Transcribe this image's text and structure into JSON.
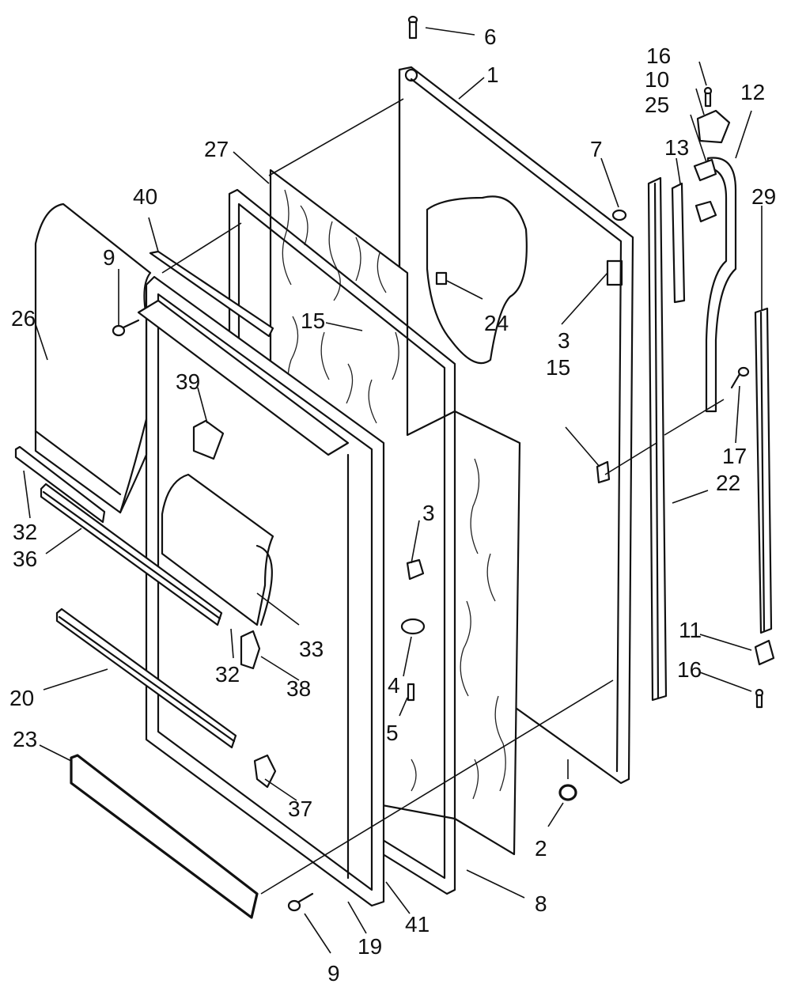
{
  "colors": {
    "ink": "#111111",
    "background": "#ffffff"
  },
  "callouts": [
    {
      "id": "c6",
      "text": "6"
    },
    {
      "id": "c1",
      "text": "1"
    },
    {
      "id": "c16a",
      "text": "16"
    },
    {
      "id": "c10",
      "text": "10"
    },
    {
      "id": "c25",
      "text": "25"
    },
    {
      "id": "c12",
      "text": "12"
    },
    {
      "id": "c13",
      "text": "13"
    },
    {
      "id": "c7",
      "text": "7"
    },
    {
      "id": "c29",
      "text": "29"
    },
    {
      "id": "c27",
      "text": "27"
    },
    {
      "id": "c40",
      "text": "40"
    },
    {
      "id": "c9a",
      "text": "9"
    },
    {
      "id": "c26",
      "text": "26"
    },
    {
      "id": "c15a",
      "text": "15"
    },
    {
      "id": "c24",
      "text": "24"
    },
    {
      "id": "c3a",
      "text": "3"
    },
    {
      "id": "c15b",
      "text": "15"
    },
    {
      "id": "c39",
      "text": "39"
    },
    {
      "id": "c17",
      "text": "17"
    },
    {
      "id": "c22",
      "text": "22"
    },
    {
      "id": "c32a",
      "text": "32"
    },
    {
      "id": "c36",
      "text": "36"
    },
    {
      "id": "c3b",
      "text": "3"
    },
    {
      "id": "c33",
      "text": "33"
    },
    {
      "id": "c32b",
      "text": "32"
    },
    {
      "id": "c38",
      "text": "38"
    },
    {
      "id": "c4",
      "text": "4"
    },
    {
      "id": "c11",
      "text": "11"
    },
    {
      "id": "c16b",
      "text": "16"
    },
    {
      "id": "c20",
      "text": "20"
    },
    {
      "id": "c5",
      "text": "5"
    },
    {
      "id": "c23",
      "text": "23"
    },
    {
      "id": "c37",
      "text": "37"
    },
    {
      "id": "c2",
      "text": "2"
    },
    {
      "id": "c8",
      "text": "8"
    },
    {
      "id": "c41",
      "text": "41"
    },
    {
      "id": "c19",
      "text": "19"
    },
    {
      "id": "c9b",
      "text": "9"
    }
  ]
}
